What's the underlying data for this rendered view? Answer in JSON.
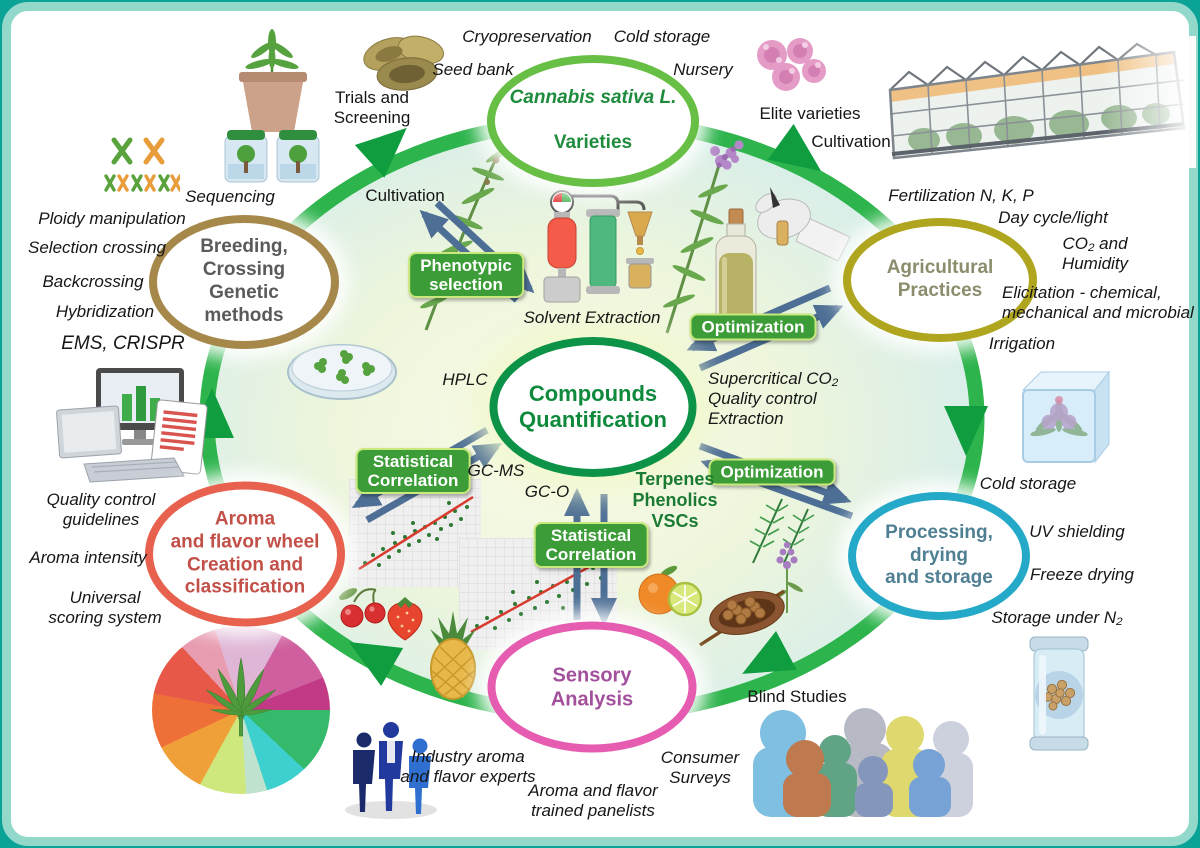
{
  "nodes": {
    "varieties": {
      "title": "Cannabis sativa L.",
      "subtitle": "Varieties"
    },
    "breeding": {
      "text": "Breeding,\nCrossing\nGenetic\nmethods"
    },
    "agricultural": {
      "text": "Agricultural\nPractices"
    },
    "compounds": {
      "text": "Compounds\nQuantification"
    },
    "processing": {
      "text": "Processing,\ndrying\nand storage"
    },
    "sensory": {
      "text": "Sensory\nAnalysis"
    },
    "aroma_wheel": {
      "text": "Aroma\nand flavor wheel\nCreation and\nclassification"
    }
  },
  "badges": {
    "phenotypic_selection": "Phenotypic\nselection",
    "optimization_top": "Optimization",
    "optimization_bottom": "Optimization",
    "statistical_correlation_left": "Statistical\nCorrelation",
    "statistical_correlation_bottom": "Statistical\nCorrelation"
  },
  "labels": {
    "cryopreservation": "Cryopreservation",
    "cold_storage_top": "Cold storage",
    "seed_bank": "Seed bank",
    "nursery": "Nursery",
    "trials_screening": "Trials and\nScreening",
    "cultivation_left": "Cultivation",
    "elite_varieties": "Elite varieties",
    "cultivation_right": "Cultivation",
    "sequencing": "Sequencing",
    "ploidy_manipulation": "Ploidy manipulation",
    "selection_crossing": "Selection crossing",
    "backcrossing": "Backcrossing",
    "hybridization": "Hybridization",
    "ems_crispr": "EMS, CRISPR",
    "fertilization": "Fertilization N, K, P",
    "day_cycle": "Day cycle/light",
    "co2_humidity": "CO₂ and Humidity",
    "elicitation": "Elicitation - chemical,\nmechanical and microbial",
    "irrigation": "Irrigation",
    "solvent_extraction": "Solvent Extraction",
    "hplc": "HPLC",
    "gc_ms": "GC-MS",
    "gc_o": "GC-O",
    "supercritical": "Supercritical CO₂\nQuality control\nExtraction",
    "terpenes": "Terpenes\nPhenolics\nVSCs",
    "quality_control": "Quality control\nguidelines",
    "aroma_intensity": "Aroma intensity",
    "universal_scoring": "Universal\nscoring system",
    "cold_storage_right": "Cold storage",
    "uv_shielding": "UV shielding",
    "freeze_drying": "Freeze drying",
    "storage_n2": "Storage under N₂",
    "industry_experts": "Industry aroma\nand flavor experts",
    "trained_panelists": "Aroma and flavor\ntrained panelists",
    "consumer_surveys": "Consumer\nSurveys",
    "blind_studies": "Blind Studies"
  },
  "colors": {
    "frame_border": "#92d9cc",
    "frame_corner": "#0aa396",
    "cycle_ring_green": "#2db44c",
    "cycle_arrowhead_green": "#0f9d3f",
    "connector_slate": "#4e6f95",
    "badge_green": "#3c9c38",
    "badge_border": "#c9e97c",
    "varieties_ring": "#67bf45",
    "varieties_text": "#1e8c3c",
    "breeding_ring": "#a6884a",
    "breeding_text": "#5a5a5a",
    "agricultural_ring": "#b0a51e",
    "agricultural_text": "#8d8d6e",
    "compounds_ring": "#0d9347",
    "compounds_text": "#0f8a3d",
    "processing_ring": "#25a9c8",
    "processing_text": "#4f7f92",
    "sensory_ring": "#e55cb0",
    "sensory_text": "#a3509c",
    "aroma_ring": "#e7614e",
    "aroma_text": "#c25048"
  },
  "illustrations": {
    "potted_plant": "cannabis seedling in pot with two culture jars",
    "seed_pods": "dried seed pods",
    "pink_flowers": "pink flower cluster",
    "greenhouse": "commercial greenhouse",
    "chromosomes": "chromosome pairs",
    "cannabis_branch_left": "cannabis branch",
    "cannabis_branch_right": "cannabis branch with purple flower spike",
    "extraction_apparatus": "solvent extraction apparatus",
    "extract_bottle": "corked bottle of extract",
    "gloved_hand": "gloved hand with vial",
    "petri_dish": "petri dish with plantlets",
    "computers": "quality-control computer workstation",
    "scatter_plot_1": "correlation scatter plot",
    "scatter_plot_2": "correlation scatter plot",
    "conifer_sprigs": "conifer sprigs",
    "lavender_flower": "lavender flower spike",
    "citrus_fruits": "orange and lime",
    "cocoa_pod": "cocoa pod with beans",
    "cherries": "cherries",
    "strawberry": "strawberry",
    "pineapple": "pineapple",
    "aroma_color_wheel": "aroma color wheel with cannabis leaf",
    "industry_experts_people": "industry expert silhouettes",
    "consumer_people": "consumer crowd silhouettes",
    "ice_cube": "cannabis flower in ice cube",
    "storage_jar": "sealed jar with dried flower"
  }
}
